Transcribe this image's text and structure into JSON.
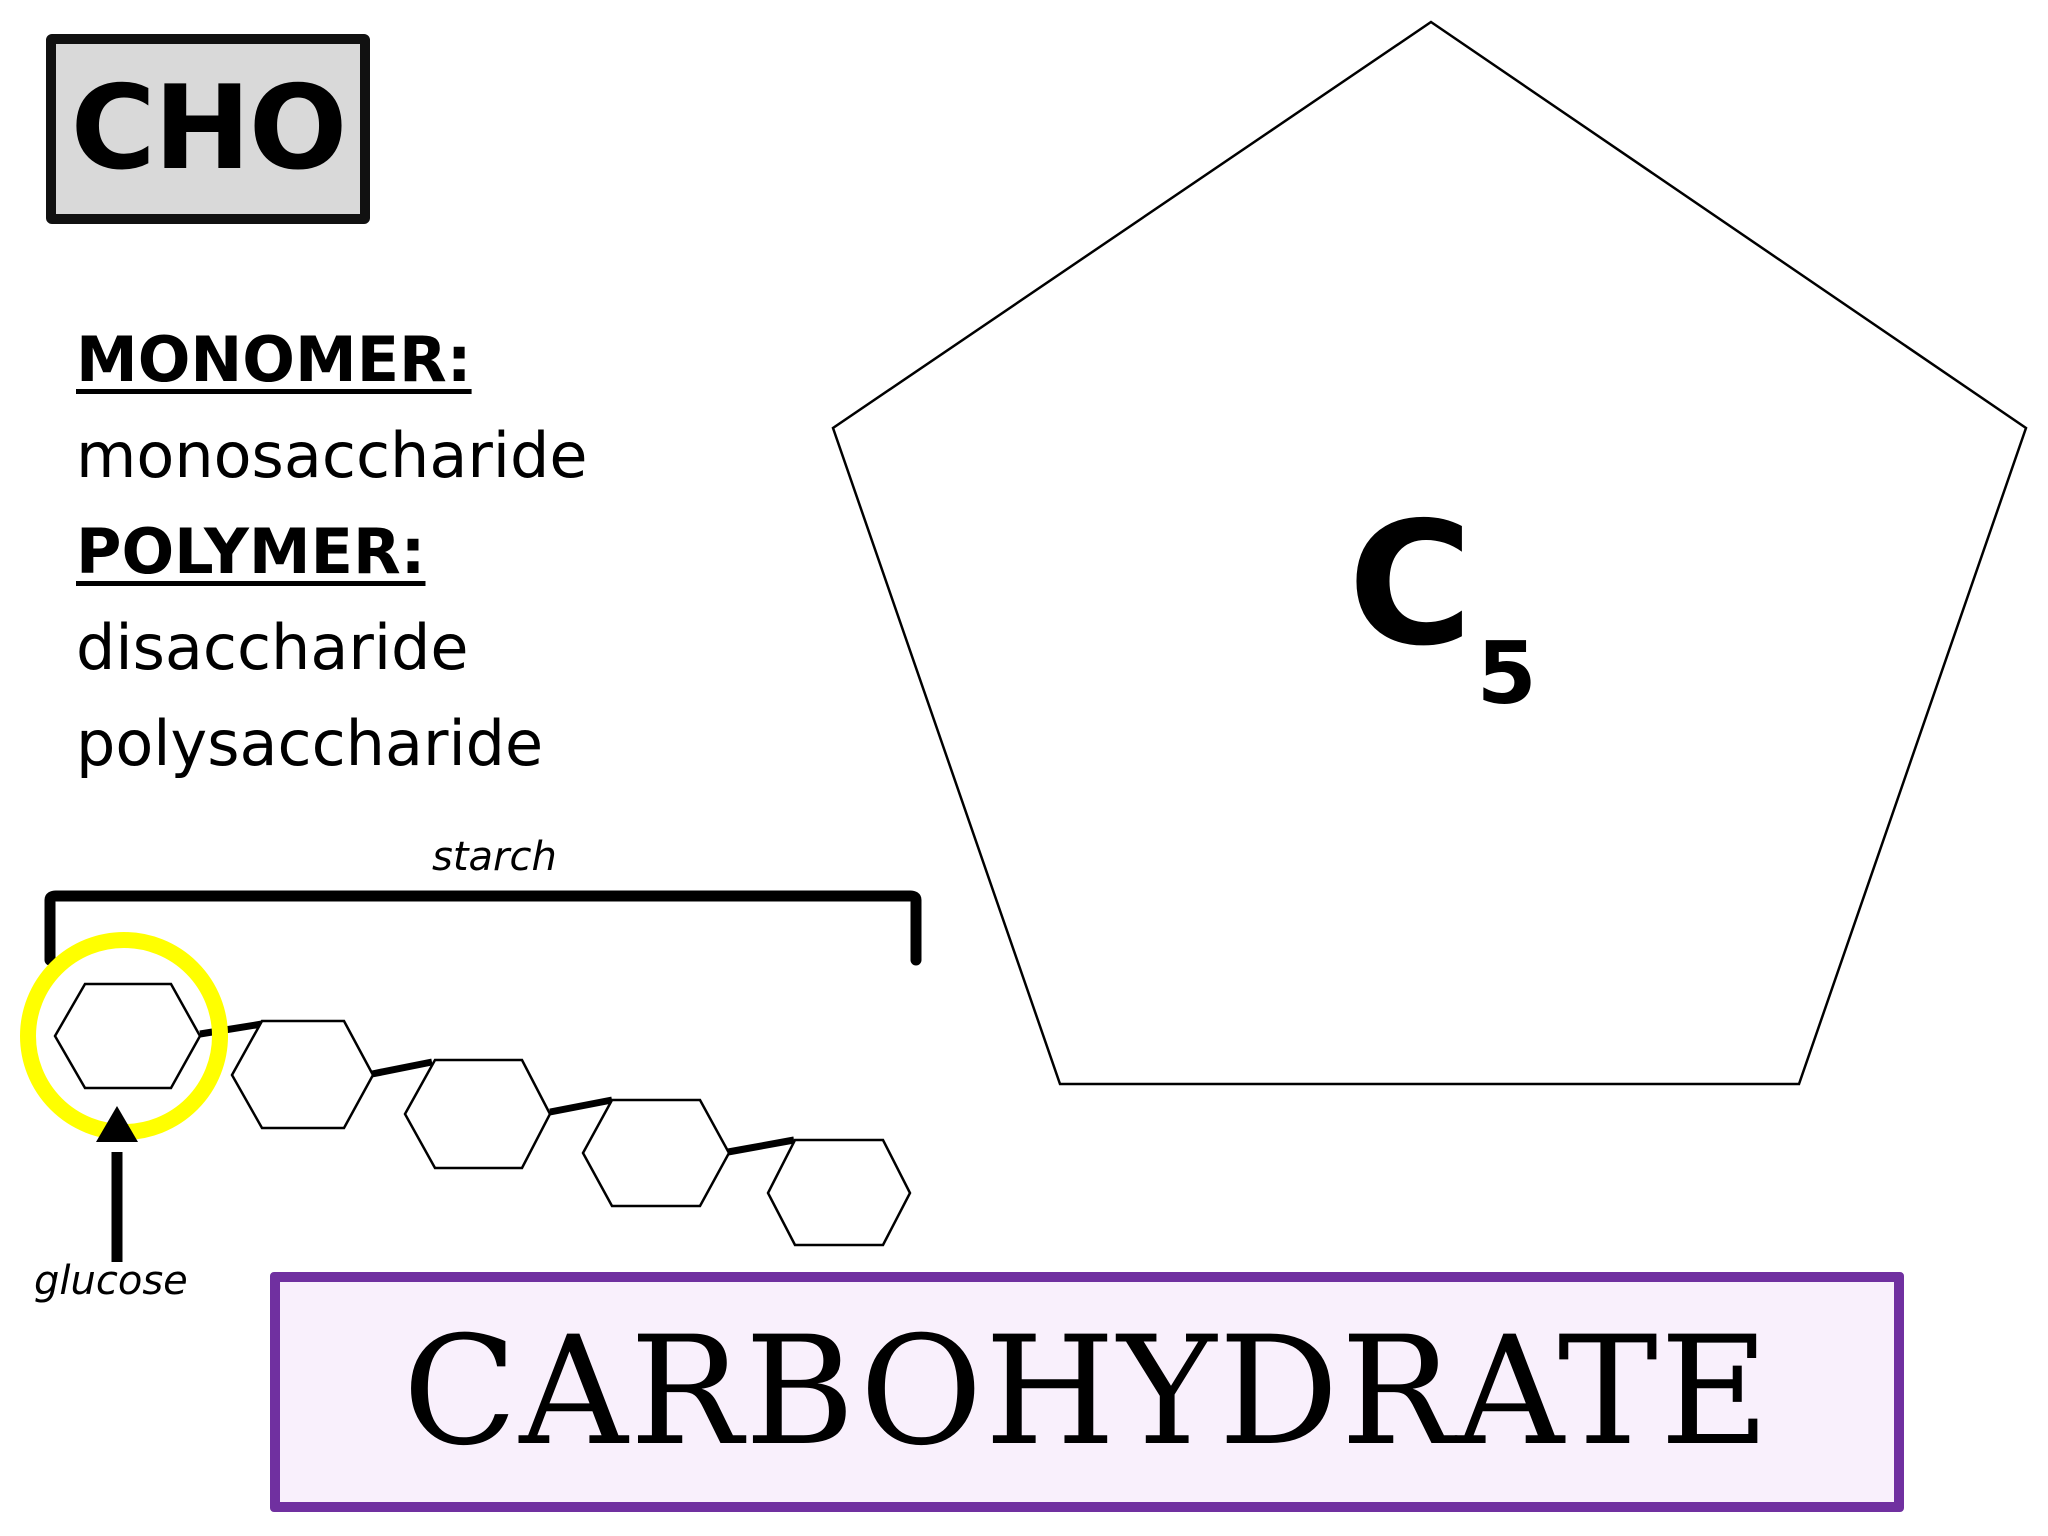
{
  "slide": {
    "abbreviation": "CHO",
    "monomer_heading": "MONOMER:",
    "monomer_term": "monosaccharide",
    "polymer_heading": "POLYMER:",
    "polymer_terms": [
      "disaccharide",
      "polysaccharide"
    ],
    "ring_formula_letter": "C",
    "ring_formula_subscript": "5",
    "starch_label": "starch",
    "glucose_label": "glucose",
    "molecule_name": "CARBOHYDRATE"
  },
  "colors": {
    "abbreviation_box_fill": "#d9d9d9",
    "name_box_border": "#7030a0",
    "name_box_fill": "#f9f0fc",
    "highlight_ring": "#ffff00",
    "line": "#000000"
  },
  "icons": {
    "ring_shape": "pentagon-shape",
    "sugar_unit": "hexagon-icon",
    "pointer": "up-arrow-icon"
  }
}
